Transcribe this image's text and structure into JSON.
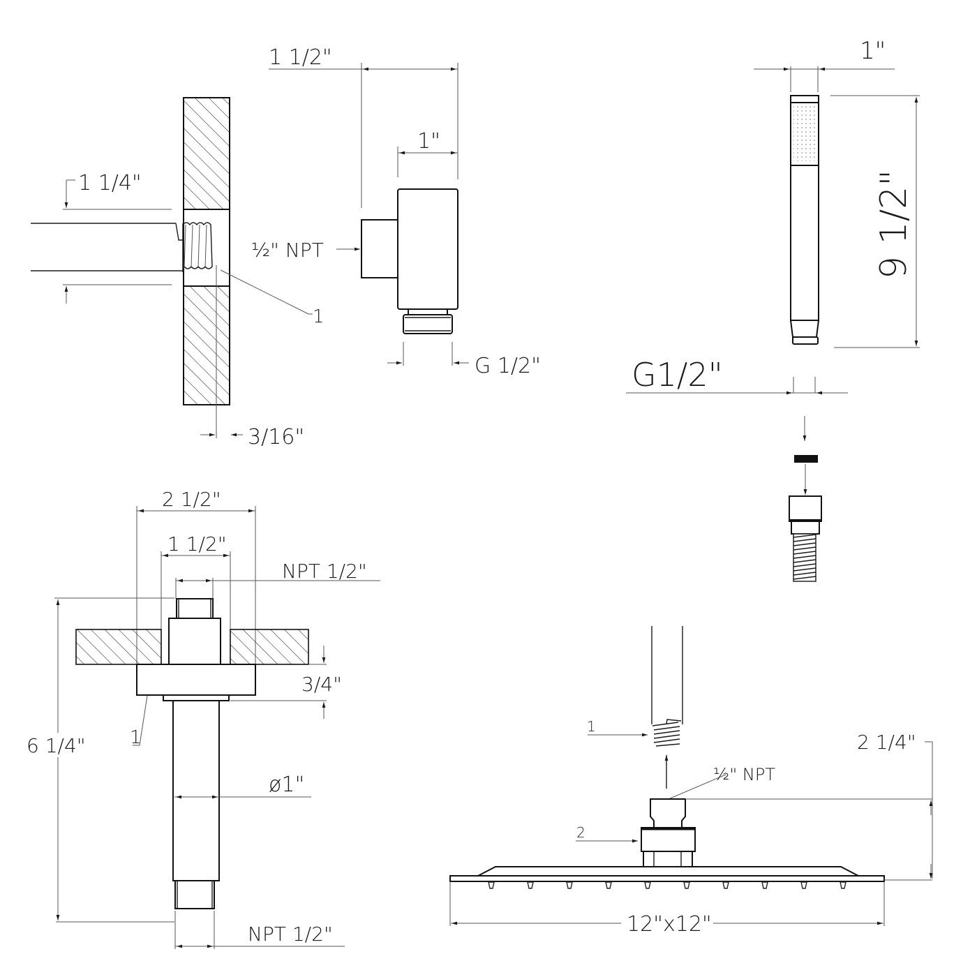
{
  "drawing": {
    "background": "#ffffff",
    "line_color": "#1a1a1a"
  },
  "wall_elbow": {
    "pipe_diameter": "1 1/4\"",
    "thread_callout": "1",
    "wall_recess": "3/16\""
  },
  "wall_outlet": {
    "overall_depth": "1 1/2\"",
    "body_width": "1\"",
    "inlet_thread": "½\" NPT",
    "outlet_thread": "G 1/2\""
  },
  "hand_shower": {
    "width": "1\"",
    "length": "9 1/2\"",
    "connection": "G1/2\""
  },
  "ceiling_arm": {
    "flange_diameter": "2 1/2\"",
    "inner_diameter": "1 1/2\"",
    "top_thread": "NPT 1/2\"",
    "flange_height": "3/4\"",
    "overall_length": "6 1/4\"",
    "arm_diameter": "ø1\"",
    "bottom_thread": "NPT 1/2\"",
    "callout": "1"
  },
  "rain_head": {
    "thread_callout": "1",
    "inlet_thread": "½\" NPT",
    "swivel_callout": "2",
    "height": "2 1/4\"",
    "size": "12\"x12\""
  }
}
